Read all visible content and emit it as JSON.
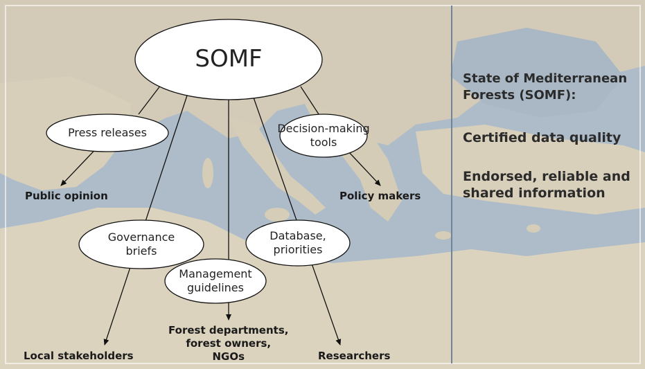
{
  "diagram": {
    "center": "SOMF",
    "nodes": {
      "press": "Press releases",
      "decision": [
        "Decision-making",
        "tools"
      ],
      "governance": [
        "Governance",
        "briefs"
      ],
      "database": [
        "Database,",
        "priorities"
      ],
      "management": [
        "Management",
        "guidelines"
      ]
    },
    "targets": {
      "public_opinion": "Public opinion",
      "policy_makers": "Policy makers",
      "local_stakeholders": "Local stakeholders",
      "forest": [
        "Forest departments,",
        "forest owners,",
        "NGOs"
      ],
      "researchers": "Researchers"
    }
  },
  "panel": {
    "title_line1": "State of Mediterranean",
    "title_line2": "Forests (SOMF):",
    "point1": "Certified data quality",
    "point2_line1": "Endorsed, reliable and",
    "point2_line2": "shared information"
  },
  "colors": {
    "sea": "#aebdc9",
    "land": "#d7cfbd",
    "divider": "#6d8597",
    "ink": "#1a1a1a"
  }
}
